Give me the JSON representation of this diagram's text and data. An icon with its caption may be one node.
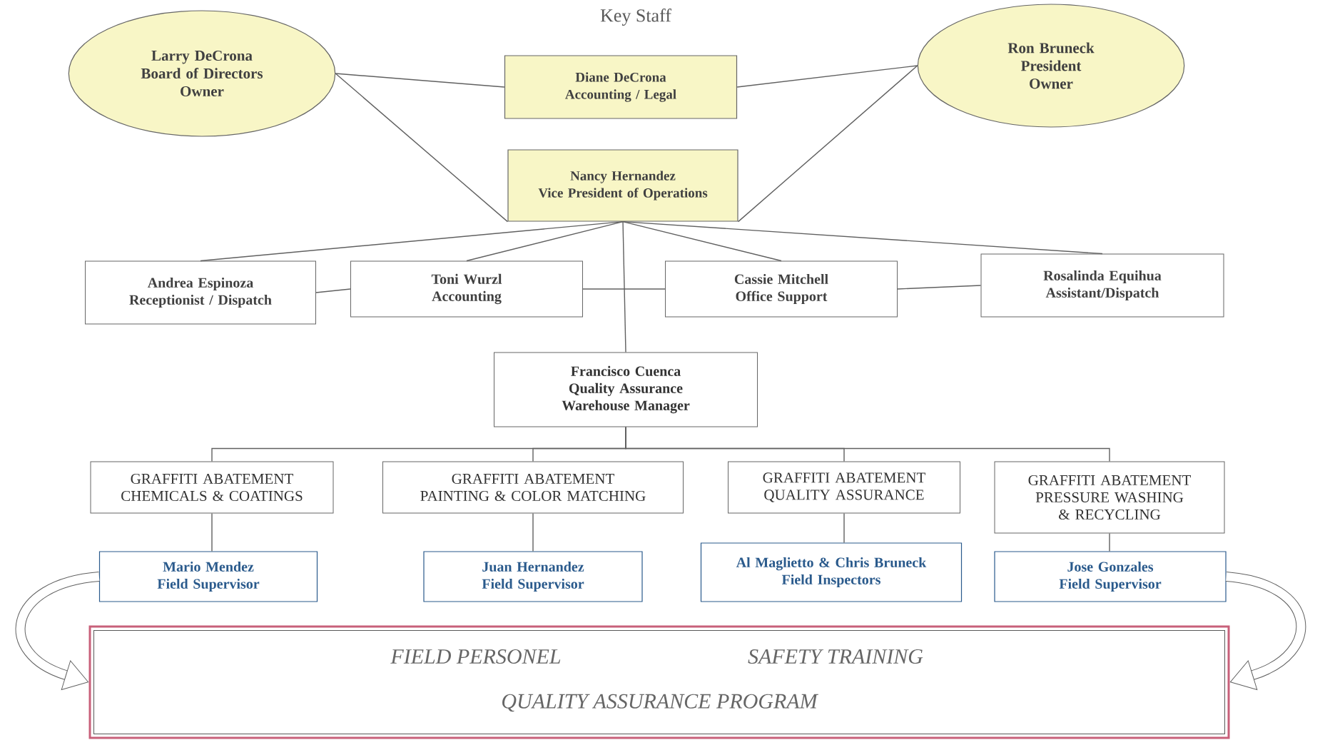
{
  "diagram": {
    "title": "Key Staff",
    "nodes": [
      {
        "text": [
          "Larry DeCrona",
          "Board of Directors",
          "Owner"
        ]
      },
      {
        "text": [
          "Ron Bruneck",
          "President",
          "Owner"
        ]
      },
      {
        "text": [
          "Diane DeCrona",
          "Accounting / Legal"
        ]
      },
      {
        "text": [
          "Nancy Hernandez",
          "Vice President of Operations"
        ]
      },
      {
        "text": [
          "Andrea Espinoza",
          "Receptionist / Dispatch"
        ]
      },
      {
        "text": [
          "Toni Wurzl",
          "Accounting"
        ]
      },
      {
        "text": [
          "Cassie Mitchell",
          "Office Support"
        ]
      },
      {
        "text": [
          "Rosalinda Equihua",
          "Assistant/Dispatch"
        ]
      },
      {
        "text": [
          "Francisco Cuenca",
          "Quality Assurance",
          "Warehouse Manager"
        ]
      },
      {
        "text": [
          "GRAFFITI ABATEMENT",
          "CHEMICALS & COATINGS"
        ]
      },
      {
        "text": [
          "GRAFFITI ABATEMENT",
          "PAINTING & COLOR MATCHING"
        ]
      },
      {
        "text": [
          "GRAFFITI ABATEMENT",
          "QUALITY ASSURANCE"
        ]
      },
      {
        "text": [
          "GRAFFITI ABATEMENT",
          "PRESSURE WASHING & RECYCLING"
        ]
      },
      {
        "text": [
          "Mario Mendez",
          "Field Supervisor"
        ]
      },
      {
        "text": [
          "Juan Hernandez",
          "Field Supervisor"
        ]
      },
      {
        "text": [
          "Al Maglietto & Chris Bruneck",
          "Field Inspectors"
        ]
      },
      {
        "text": [
          "Jose Gonzales",
          "Field Supervisor"
        ]
      },
      {
        "text": [
          "FIELD PERSONEL",
          "SAFETY TRAINING",
          "QUALITY ASSURANCE PROGRAM"
        ]
      }
    ],
    "edges": [
      {
        "from": 0,
        "to": 2,
        "arrow": "none"
      },
      {
        "from": 2,
        "to": 1,
        "arrow": "none"
      },
      {
        "from": 0,
        "to": 3,
        "arrow": "none"
      },
      {
        "from": 1,
        "to": 3,
        "arrow": "none"
      },
      {
        "from": 3,
        "to": 4,
        "arrow": "none"
      },
      {
        "from": 3,
        "to": 5,
        "arrow": "none"
      },
      {
        "from": 3,
        "to": 6,
        "arrow": "none"
      },
      {
        "from": 3,
        "to": 7,
        "arrow": "none"
      },
      {
        "from": 4,
        "to": 5,
        "arrow": "none"
      },
      {
        "from": 5,
        "to": 6,
        "arrow": "none"
      },
      {
        "from": 6,
        "to": 7,
        "arrow": "none"
      },
      {
        "from": 3,
        "to": 8,
        "arrow": "none"
      },
      {
        "from": 8,
        "to": 9,
        "arrow": "none"
      },
      {
        "from": 8,
        "to": 10,
        "arrow": "none"
      },
      {
        "from": 8,
        "to": 11,
        "arrow": "none"
      },
      {
        "from": 8,
        "to": 12,
        "arrow": "none"
      },
      {
        "from": 9,
        "to": 13,
        "arrow": "none"
      },
      {
        "from": 10,
        "to": 14,
        "arrow": "none"
      },
      {
        "from": 11,
        "to": 15,
        "arrow": "none"
      },
      {
        "from": 12,
        "to": 16,
        "arrow": "none"
      },
      {
        "from": 13,
        "to": 17,
        "arrow": "to",
        "style": "thick"
      },
      {
        "from": 16,
        "to": 17,
        "arrow": "to",
        "style": "thick"
      }
    ]
  }
}
